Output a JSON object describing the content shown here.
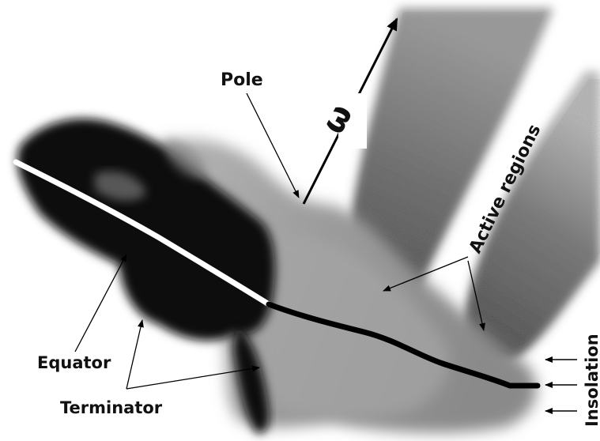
{
  "labels": {
    "pole": "Pole",
    "spin_axis_symbol": "ω",
    "active_regions": "Active regions",
    "equator": "Equator",
    "terminator": "Terminator",
    "insolation": "Insolation"
  },
  "colors": {
    "nucleus_light": "#9a9a9a",
    "nucleus_dark": "#0a0a0a",
    "jet": "#4a4a4a",
    "equator_lit": "#ffffff",
    "equator_dark": "#000000",
    "ink": "#111111"
  }
}
